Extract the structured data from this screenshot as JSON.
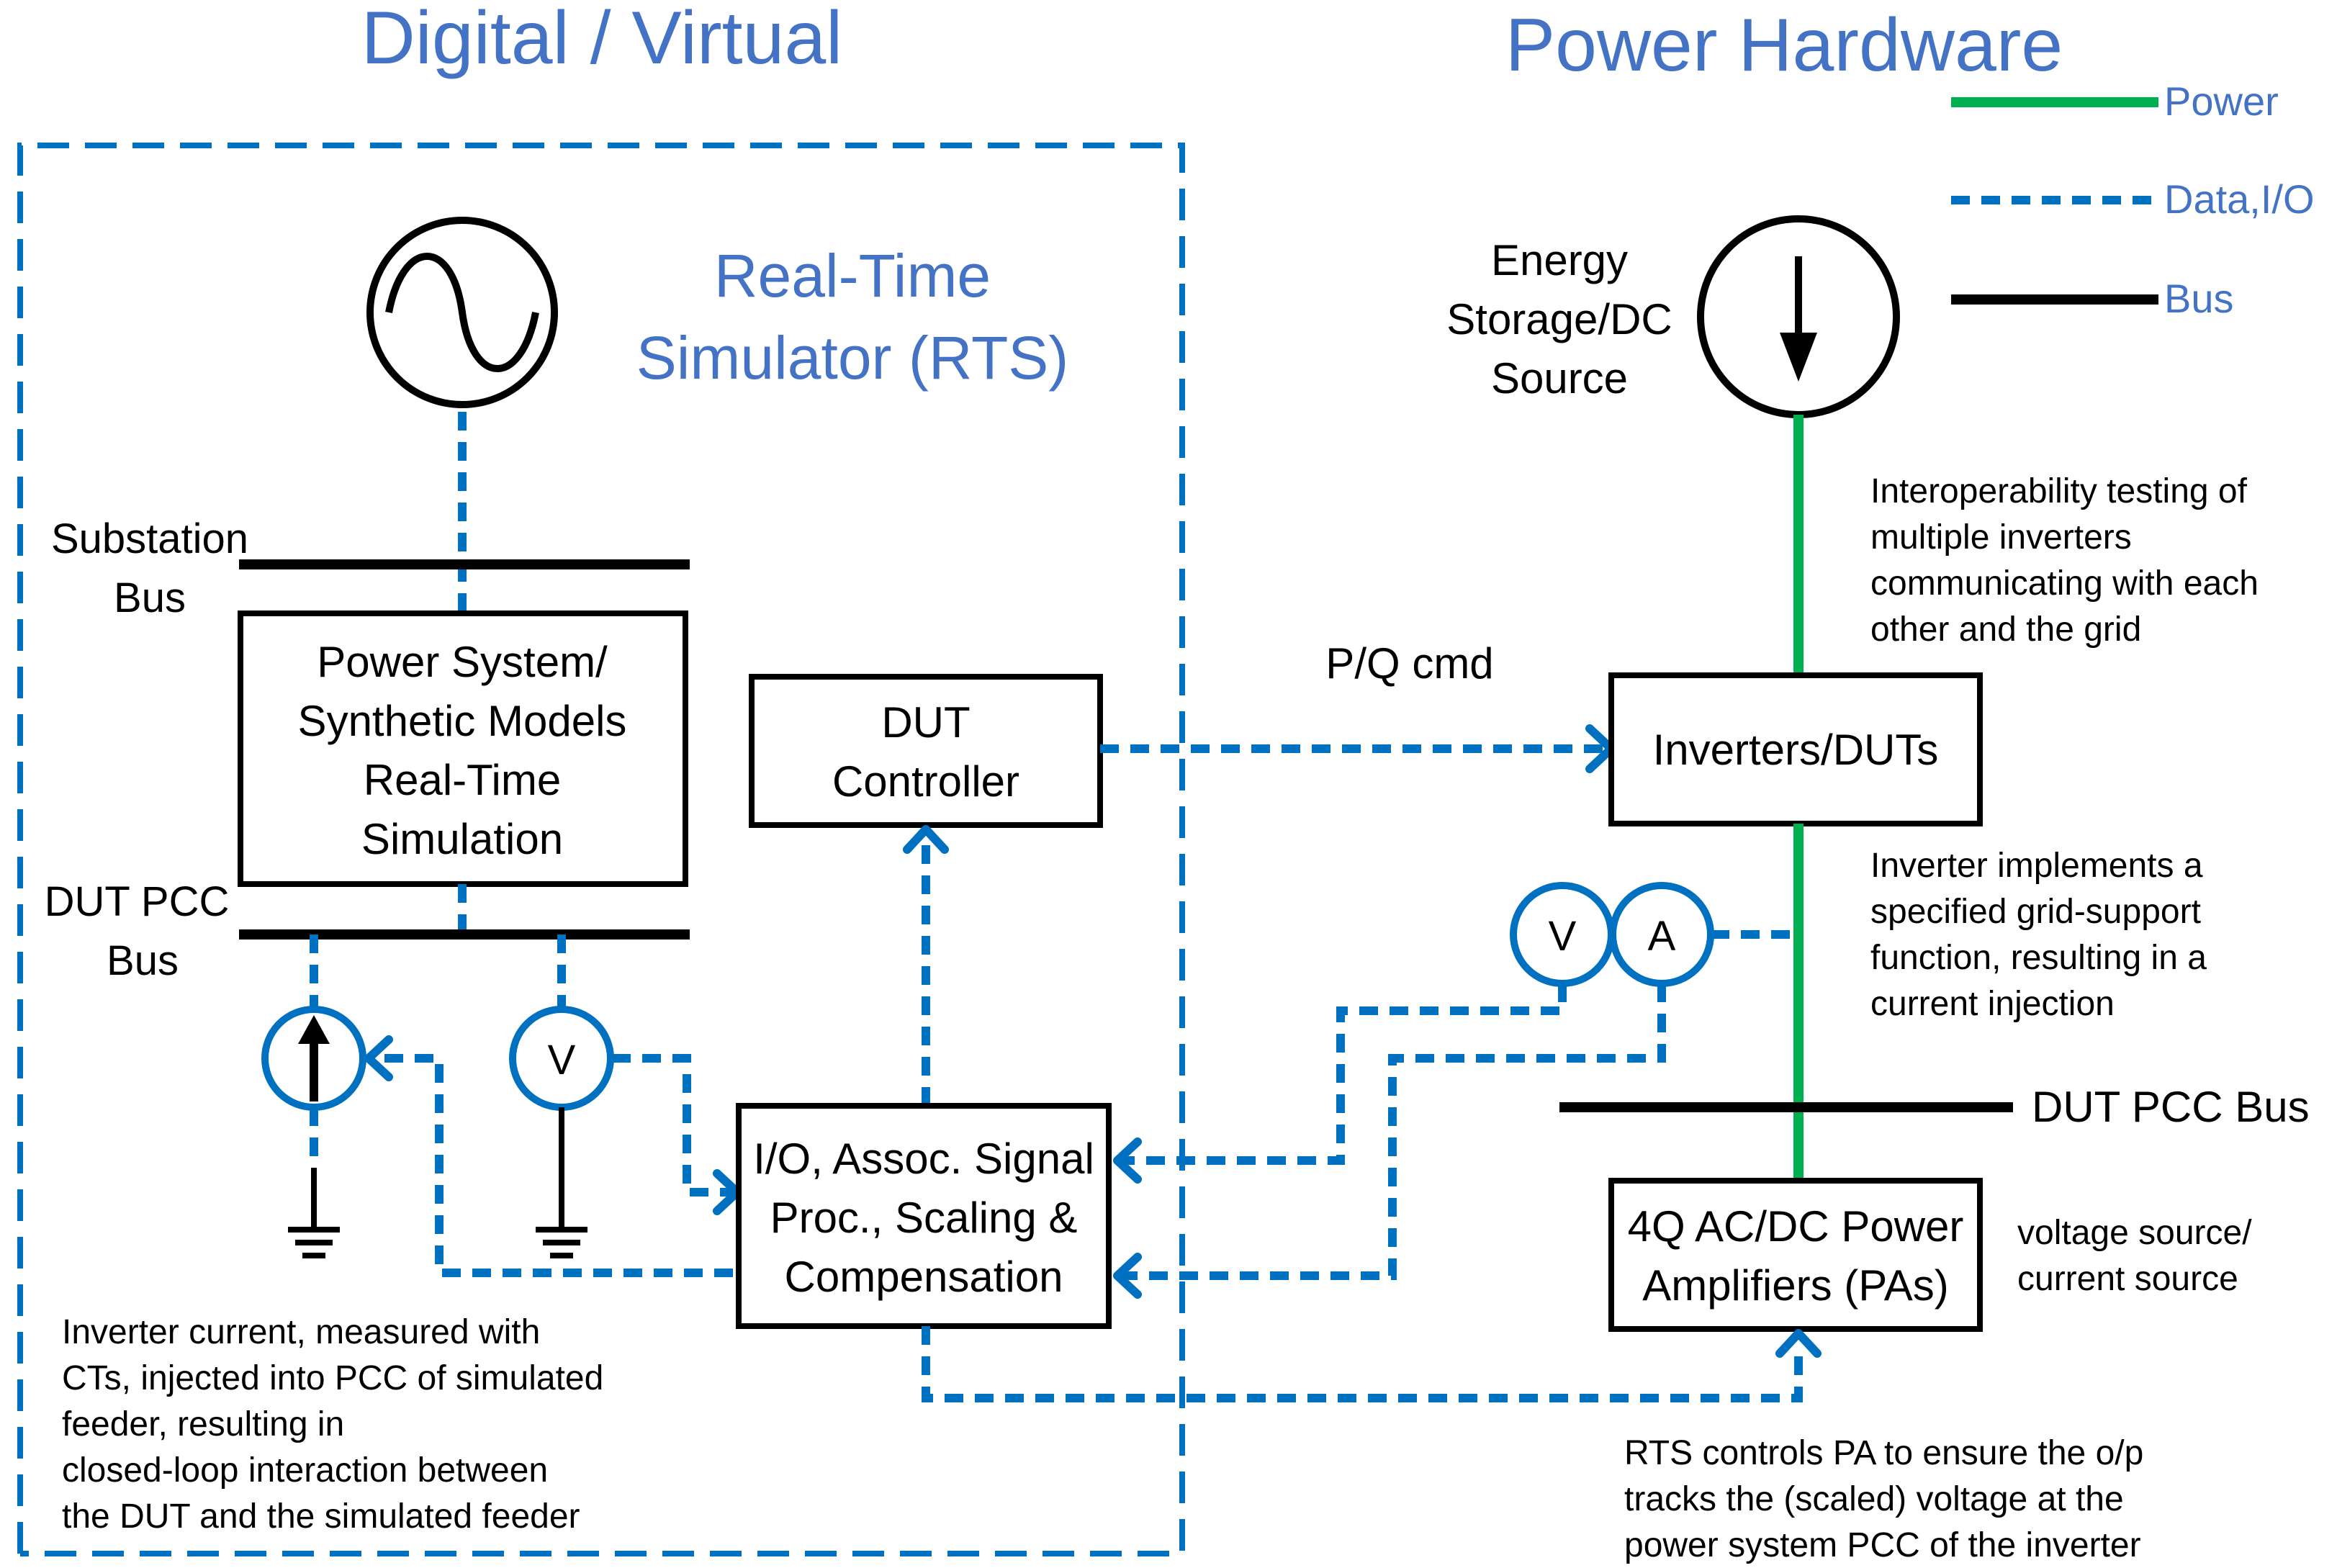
{
  "titles": {
    "digital": "Digital / Virtual",
    "power_hardware": "Power Hardware",
    "rts": [
      "Real-Time",
      "Simulator (RTS)"
    ]
  },
  "legend": {
    "power": "Power",
    "data": "Data,I/O",
    "bus": "Bus"
  },
  "labels": {
    "substation_bus": [
      "Substation",
      "Bus"
    ],
    "dut_pcc_bus_left": [
      "DUT PCC",
      "Bus"
    ],
    "dut_pcc_bus_right": "DUT PCC Bus",
    "energy_storage": [
      "Energy",
      "Storage/DC",
      "Source"
    ],
    "pq_cmd": "P/Q cmd",
    "voltmeter_left": "V",
    "voltmeter_right": "V",
    "ammeter_right": "A"
  },
  "boxes": {
    "power_system": [
      "Power System/",
      "Synthetic Models",
      "Real-Time",
      "Simulation"
    ],
    "dut_controller": [
      "DUT",
      "Controller"
    ],
    "io": [
      "I/O, Assoc. Signal",
      "Proc., Scaling &",
      "Compensation"
    ],
    "inverters": "Inverters/DUTs",
    "amplifiers": [
      "4Q AC/DC Power",
      "Amplifiers (PAs)"
    ]
  },
  "notes": {
    "interoperability": [
      "Interoperability testing of",
      "multiple inverters",
      "communicating with each",
      "other and the grid"
    ],
    "inverter_implements": [
      "Inverter implements a",
      "specified grid-support",
      "function, resulting in a",
      "current injection"
    ],
    "voltage_source": [
      "voltage source/",
      "current source"
    ],
    "inverter_current": [
      "Inverter current, measured with",
      "CTs, injected into PCC of simulated",
      "feeder, resulting in",
      "closed-loop interaction between",
      "the DUT and the simulated feeder"
    ],
    "rts_controls": [
      "RTS controls PA to ensure the o/p",
      "tracks the (scaled) voltage at the",
      "power system PCC of the inverter"
    ]
  },
  "colors": {
    "title_blue": "#4472C4",
    "data_blue": "#0070C0",
    "power_green": "#00B050",
    "bus_black": "#000000"
  }
}
